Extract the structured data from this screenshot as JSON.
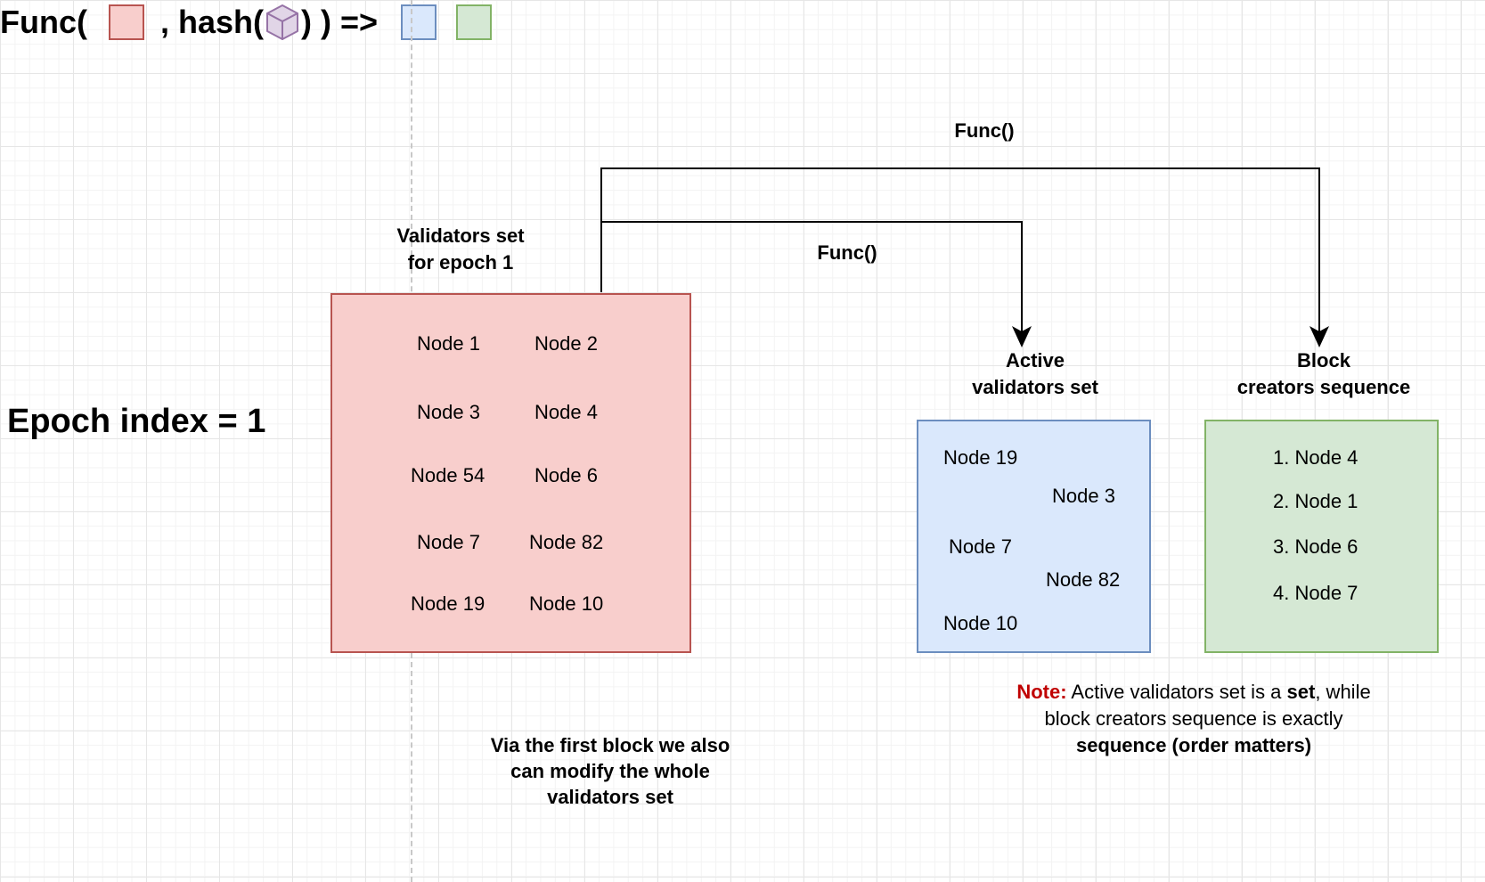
{
  "formula": {
    "func_open": "Func(",
    "hash_open": ", hash(",
    "hash_close": ") ) =>"
  },
  "colors": {
    "red_fill": "#f8cecc",
    "red_border": "#b85450",
    "blue_fill": "#dae8fc",
    "blue_border": "#6c8ebf",
    "green_fill": "#d5e8d4",
    "green_border": "#82b366",
    "cube_fill": "#e1d5e7",
    "cube_border": "#9673a6",
    "note_red": "#c00000"
  },
  "epoch_label": "Epoch index = 1",
  "validators_set": {
    "title_line1": "Validators set",
    "title_line2": "for epoch 1",
    "nodes": [
      "Node 1",
      "Node 2",
      "Node 3",
      "Node 4",
      "Node 54",
      "Node 6",
      "Node 7",
      "Node 82",
      "Node 19",
      "Node 10"
    ]
  },
  "active_set": {
    "title_line1": "Active",
    "title_line2": "validators set",
    "nodes": [
      "Node 19",
      "Node 3",
      "Node 7",
      "Node 82",
      "Node 10"
    ]
  },
  "block_creators": {
    "title_line1": "Block",
    "title_line2": "creators sequence",
    "items": [
      "1. Node 4",
      "2. Node 1",
      "3. Node 6",
      "4. Node 7"
    ]
  },
  "arrows": {
    "upper_label": "Func()",
    "lower_label": "Func()"
  },
  "first_block_note": {
    "line1": "Via the first block we also",
    "line2": "can modify the whole",
    "line3": "validators set"
  },
  "note": {
    "prefix": "Note:",
    "part1": " Active validators set is a ",
    "bold_word": "set",
    "part2": ", while",
    "line2": "block creators sequence is exactly",
    "line3": "sequence (order matters)"
  }
}
